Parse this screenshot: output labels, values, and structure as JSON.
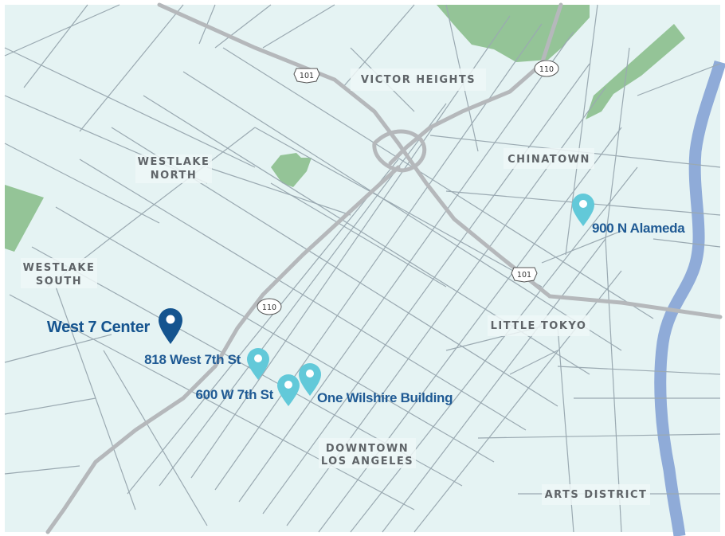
{
  "districts": {
    "victor_heights": "VICTOR HEIGHTS",
    "westlake_north_1": "WESTLAKE",
    "westlake_north_2": "NORTH",
    "chinatown": "CHINATOWN",
    "westlake_south_1": "WESTLAKE",
    "westlake_south_2": "SOUTH",
    "little_tokyo": "LITTLE TOKYO",
    "downtown_1": "DOWNTOWN",
    "downtown_2": "LOS ANGELES",
    "arts_district": "ARTS DISTRICT"
  },
  "shields": {
    "us101_top": "101",
    "i110_top": "110",
    "us101_right": "101",
    "i110_mid": "110"
  },
  "locations": {
    "primary": "West 7 Center",
    "west7th_818": "818 West 7th St",
    "w7th_600": "600 W 7th St",
    "one_wilshire": "One Wilshire Building",
    "alameda_900": "900 N Alameda"
  },
  "colors": {
    "background": "#e5f3f3",
    "street": "#9aa9b1",
    "freeway": "#b5b8bb",
    "park": "#94c497",
    "river": "#8fabd8",
    "primary_marker": "#15548f",
    "secondary_marker": "#62c9d9",
    "label_text": "#1f5a94"
  },
  "icons": {
    "primary_marker": "map-pin-icon",
    "secondary_marker": "map-pin-icon",
    "highway_shield": "us-highway-shield-icon"
  }
}
